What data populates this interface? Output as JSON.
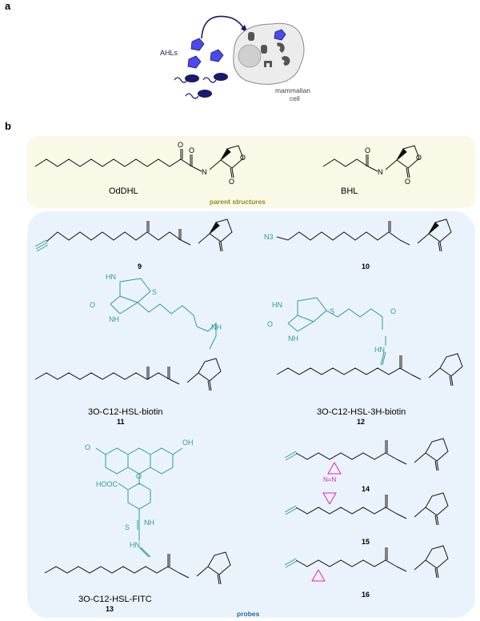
{
  "panel_a": {
    "letter": "a",
    "ahls_label": "AHLs",
    "cell_label_line1": "mammalian",
    "cell_label_line2": "cell"
  },
  "panel_b": {
    "letter": "b",
    "parent_box_caption": "parent structures",
    "probes_box_caption": "probes",
    "parent_compounds": [
      {
        "name": "OdDHL"
      },
      {
        "name": "BHL"
      }
    ],
    "probe_compounds": [
      {
        "number": "9"
      },
      {
        "number": "10",
        "azide_label": "N3"
      },
      {
        "name": "3O-C12-HSL-biotin",
        "number": "11"
      },
      {
        "name": "3O-C12-HSL-3H-biotin",
        "number": "12"
      },
      {
        "name": "3O-C12-HSL-FITC",
        "number": "13"
      },
      {
        "number": "14",
        "diazirine_label": "N=N"
      },
      {
        "number": "15"
      },
      {
        "number": "16"
      }
    ],
    "atom_labels": {
      "oxygen": "O",
      "nh": "H\nN",
      "sulfur": "S",
      "hn": "HN",
      "nh_biotin": "NH",
      "oh": "OH",
      "hooc": "HOOC",
      "thio": "S",
      "hydrazine": "HN",
      "n": "N"
    }
  },
  "colors": {
    "teal": "#2a9d98",
    "magenta": "#e020c8",
    "parent_bg": "#faf8e6",
    "probe_bg": "#eaf3fb",
    "parent_caption": "#9a8a2a",
    "probe_caption": "#2a6a9a",
    "ahl_blue": "#4a4aee",
    "ahl_dark": "#1a1a6a"
  }
}
